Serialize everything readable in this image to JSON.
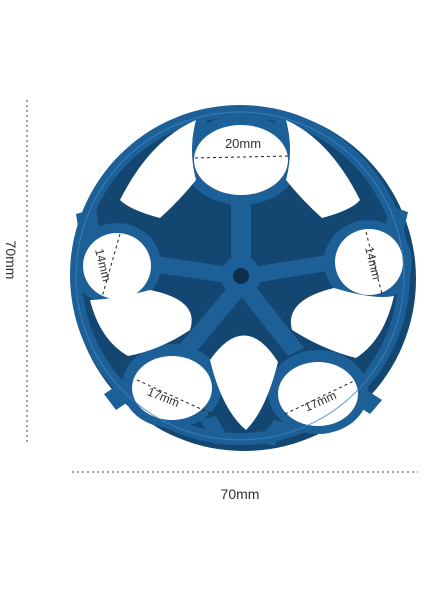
{
  "colors": {
    "part": "#1d5f97",
    "part_dark": "#134670",
    "part_highlight": "#3f86c2",
    "dimension_line": "#444444",
    "text": "#333333",
    "background": "#ffffff"
  },
  "product": {
    "name": "",
    "overall_height": "70mm",
    "overall_width": "70mm"
  },
  "holes": {
    "top": "20mm",
    "left": "14mm",
    "right": "14mm",
    "bottom_left": "17mm",
    "bottom_right": "17mm"
  }
}
